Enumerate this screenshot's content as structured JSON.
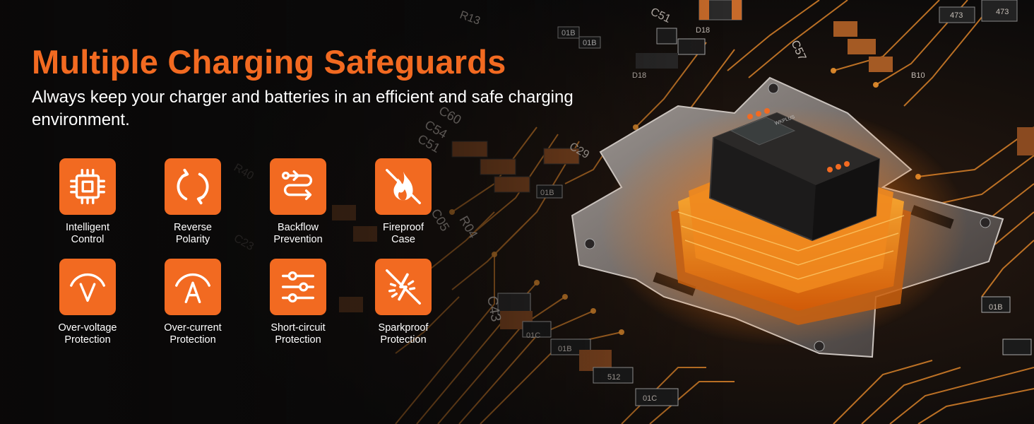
{
  "colors": {
    "accent": "#f26a21",
    "background": "#0c0b0b",
    "trace": "#e08a2a",
    "glow": "#ff9a1f"
  },
  "headline": "Multiple Charging Safeguards",
  "subhead": "Always keep your charger and batteries in an efficient and safe charging environment.",
  "device": {
    "brand": "WKPLUS"
  },
  "board_labels": [
    "R13",
    "C57",
    "C51",
    "01B",
    "01B",
    "D18",
    "D18",
    "01B",
    "473",
    "473",
    "C29",
    "C54",
    "C51",
    "C60",
    "R40",
    "C23",
    "C43",
    "01C",
    "01B",
    "512",
    "01C",
    "01B",
    "B10",
    "C05",
    "R04"
  ],
  "features": [
    {
      "icon": "chip-icon",
      "line1": "Intelligent",
      "line2": "Control"
    },
    {
      "icon": "reverse-polarity-icon",
      "line1": "Reverse",
      "line2": "Polarity"
    },
    {
      "icon": "backflow-icon",
      "line1": "Backflow",
      "line2": "Prevention"
    },
    {
      "icon": "fireproof-icon",
      "line1": "Fireproof",
      "line2": "Case"
    },
    {
      "icon": "over-voltage-icon",
      "line1": "Over-voltage",
      "line2": "Protection"
    },
    {
      "icon": "over-current-icon",
      "line1": "Over-current",
      "line2": "Protection"
    },
    {
      "icon": "short-circuit-icon",
      "line1": "Short-circuit",
      "line2": "Protection"
    },
    {
      "icon": "sparkproof-icon",
      "line1": "Sparkproof",
      "line2": "Protection"
    }
  ]
}
